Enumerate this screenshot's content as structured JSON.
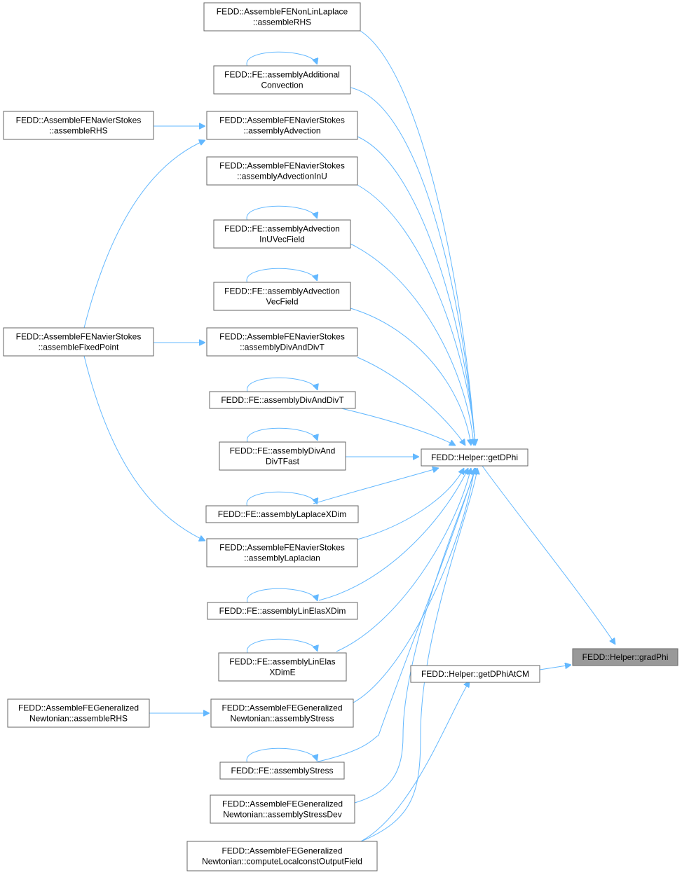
{
  "graph": {
    "nodes": [
      {
        "id": "n0",
        "lines": [
          "FEDD::Helper::gradPhi"
        ],
        "highlighted": true
      },
      {
        "id": "n1",
        "lines": [
          "FEDD::Helper::getDPhi"
        ]
      },
      {
        "id": "n2",
        "lines": [
          "FEDD::AssembleFENonLinLaplace",
          "::assembleRHS"
        ]
      },
      {
        "id": "n3",
        "lines": [
          "FEDD::FE::assemblyAdditional",
          "Convection"
        ]
      },
      {
        "id": "n4",
        "lines": [
          "FEDD::AssembleFENavierStokes",
          "::assemblyAdvection"
        ]
      },
      {
        "id": "n5",
        "lines": [
          "FEDD::AssembleFENavierStokes",
          "::assembleRHS"
        ]
      },
      {
        "id": "n6",
        "lines": [
          "FEDD::AssembleFENavierStokes",
          "::assembleFixedPoint"
        ]
      },
      {
        "id": "n7",
        "lines": [
          "FEDD::AssembleFENavierStokes",
          "::assemblyAdvectionInU"
        ]
      },
      {
        "id": "n8",
        "lines": [
          "FEDD::FE::assemblyAdvection",
          "InUVecField"
        ]
      },
      {
        "id": "n9",
        "lines": [
          "FEDD::FE::assemblyAdvection",
          "VecField"
        ]
      },
      {
        "id": "n10",
        "lines": [
          "FEDD::AssembleFENavierStokes",
          "::assemblyDivAndDivT"
        ]
      },
      {
        "id": "n11",
        "lines": [
          "FEDD::FE::assemblyDivAndDivT"
        ]
      },
      {
        "id": "n12",
        "lines": [
          "FEDD::FE::assemblyDivAnd",
          "DivTFast"
        ]
      },
      {
        "id": "n13",
        "lines": [
          "FEDD::FE::assemblyLaplaceXDim"
        ]
      },
      {
        "id": "n14",
        "lines": [
          "FEDD::AssembleFENavierStokes",
          "::assemblyLaplacian"
        ]
      },
      {
        "id": "n15",
        "lines": [
          "FEDD::FE::assemblyLinElasXDim"
        ]
      },
      {
        "id": "n16",
        "lines": [
          "FEDD::FE::assemblyLinElas",
          "XDimE"
        ]
      },
      {
        "id": "n17",
        "lines": [
          "FEDD::AssembleFEGeneralized",
          "Newtonian::assemblyStress"
        ]
      },
      {
        "id": "n18",
        "lines": [
          "FEDD::AssembleFEGeneralized",
          "Newtonian::assembleRHS"
        ]
      },
      {
        "id": "n19",
        "lines": [
          "FEDD::FE::assemblyStress"
        ]
      },
      {
        "id": "n20",
        "lines": [
          "FEDD::AssembleFEGeneralized",
          "Newtonian::assemblyStressDev"
        ]
      },
      {
        "id": "n21",
        "lines": [
          "FEDD::AssembleFEGeneralized",
          "Newtonian::computeLocalconstOutputField"
        ]
      },
      {
        "id": "n22",
        "lines": [
          "FEDD::Helper::getDPhiAtCM"
        ]
      }
    ],
    "edges": [
      {
        "from": "n1",
        "to": "n0"
      },
      {
        "from": "n22",
        "to": "n0"
      },
      {
        "from": "n2",
        "to": "n1"
      },
      {
        "from": "n3",
        "to": "n1"
      },
      {
        "from": "n3",
        "to": "n3"
      },
      {
        "from": "n4",
        "to": "n1"
      },
      {
        "from": "n5",
        "to": "n4"
      },
      {
        "from": "n6",
        "to": "n4"
      },
      {
        "from": "n7",
        "to": "n1"
      },
      {
        "from": "n8",
        "to": "n1"
      },
      {
        "from": "n8",
        "to": "n8"
      },
      {
        "from": "n9",
        "to": "n1"
      },
      {
        "from": "n9",
        "to": "n9"
      },
      {
        "from": "n10",
        "to": "n1"
      },
      {
        "from": "n6",
        "to": "n10"
      },
      {
        "from": "n11",
        "to": "n1"
      },
      {
        "from": "n11",
        "to": "n11"
      },
      {
        "from": "n12",
        "to": "n1"
      },
      {
        "from": "n12",
        "to": "n12"
      },
      {
        "from": "n13",
        "to": "n1"
      },
      {
        "from": "n13",
        "to": "n13"
      },
      {
        "from": "n14",
        "to": "n1"
      },
      {
        "from": "n6",
        "to": "n14"
      },
      {
        "from": "n15",
        "to": "n1"
      },
      {
        "from": "n15",
        "to": "n15"
      },
      {
        "from": "n16",
        "to": "n1"
      },
      {
        "from": "n16",
        "to": "n16"
      },
      {
        "from": "n17",
        "to": "n1"
      },
      {
        "from": "n18",
        "to": "n17"
      },
      {
        "from": "n19",
        "to": "n1"
      },
      {
        "from": "n19",
        "to": "n19"
      },
      {
        "from": "n20",
        "to": "n1"
      },
      {
        "from": "n21",
        "to": "n1"
      },
      {
        "from": "n21",
        "to": "n22"
      }
    ]
  },
  "colors": {
    "edge": "#63b8ff",
    "node_border": "#666666",
    "node_fill": "#ffffff",
    "highlight_fill": "#999999",
    "text": "#000000"
  }
}
